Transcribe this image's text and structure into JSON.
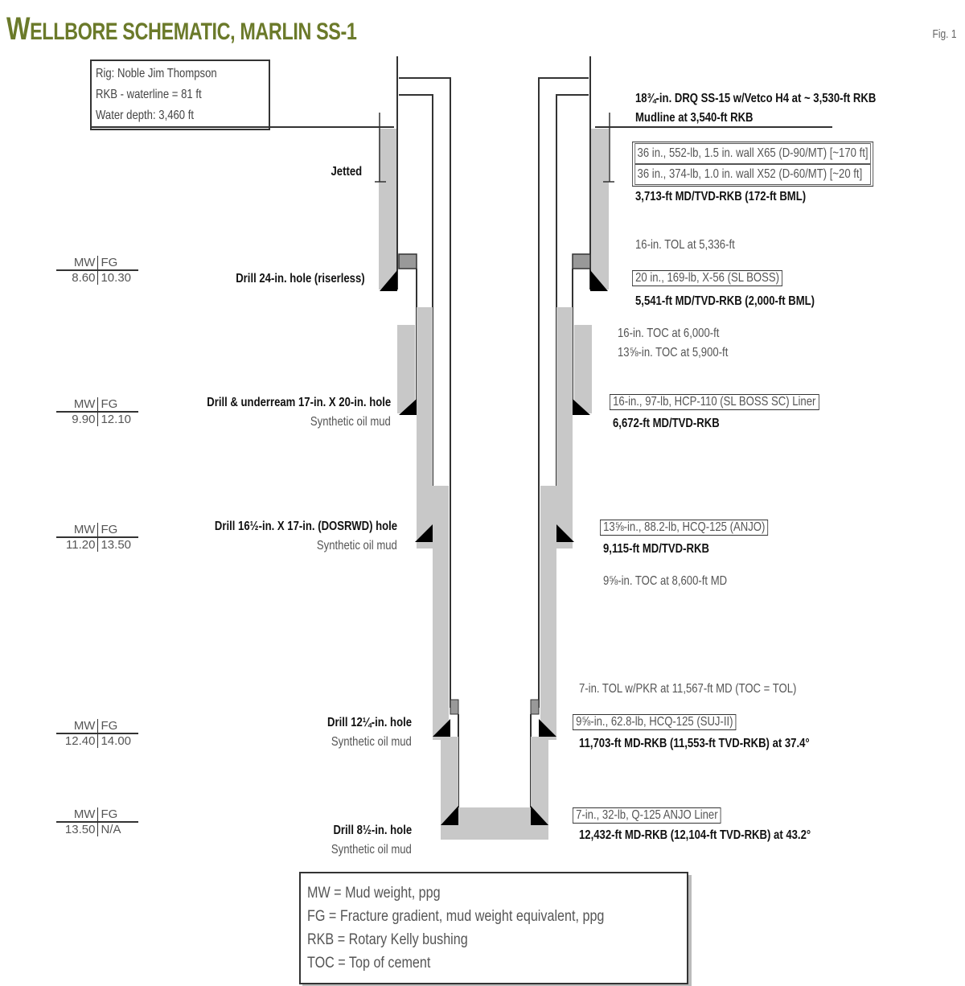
{
  "header": {
    "title": "Wellbore schematic, Marlin SS-1",
    "title_first_letter": "W",
    "title_rest": "ELLBORE SCHEMATIC, MARLIN SS-1",
    "figure_label": "Fig. 1"
  },
  "rig_info": {
    "lines": [
      "Rig: Noble Jim Thompson",
      "RKB - waterline = 81 ft",
      "Water depth: 3,460 ft"
    ]
  },
  "left_annotations": {
    "jetted": "Jetted",
    "sections": [
      {
        "drill": "Drill 24-in. hole (riserless)",
        "mud": "",
        "mw": "8.60",
        "fg": "10.30"
      },
      {
        "drill": "Drill & underream 17-in. X 20-in. hole",
        "mud": "Synthetic oil mud",
        "mw": "9.90",
        "fg": "12.10"
      },
      {
        "drill": "Drill 16½-in. X 17-in. (DOSRWD) hole",
        "mud": "Synthetic oil mud",
        "mw": "11.20",
        "fg": "13.50"
      },
      {
        "drill": "Drill 12¼-in. hole",
        "mud": "Synthetic oil mud",
        "mw": "12.40",
        "fg": "14.00"
      },
      {
        "drill": "Drill 8½-in. hole",
        "mud": "Synthetic oil mud",
        "mw": "13.50",
        "fg": "N/A"
      }
    ],
    "mw_header": "MW",
    "fg_header": "FG"
  },
  "right_annotations": {
    "wellhead": "18¾-in. DRQ SS-15 w/Vetco H4 at ~ 3,530-ft RKB",
    "mudline": "Mudline at 3,540-ft RKB",
    "conductor_box": [
      "36 in., 552-lb, 1.5 in. wall X65 (D-90/MT) [~170 ft]",
      "36 in., 374-lb, 1.0 in. wall X52 (D-60/MT) [~20 ft]"
    ],
    "conductor_depth": "3,713-ft MD/TVD-RKB (172-ft BML)",
    "tol_16": "16-in. TOL at 5,336-ft",
    "surface_box": "20 in., 169-lb, X-56 (SL BOSS)",
    "surface_depth": "5,541-ft MD/TVD-RKB (2,000-ft BML)",
    "toc_16": "16-in. TOC at 6,000-ft",
    "toc_13": "13⅝-in. TOC at 5,900-ft",
    "liner16_box": "16-in., 97-lb, HCP-110 (SL BOSS SC) Liner",
    "liner16_depth": "6,672-ft MD/TVD-RKB",
    "int_box": "13⅝-in., 88.2-lb, HCQ-125 (ANJO)",
    "int_depth": "9,115-ft MD/TVD-RKB",
    "toc_9": "9⅝-in. TOC at 8,600-ft MD",
    "tol_7": "7-in. TOL w/PKR at 11,567-ft MD (TOC = TOL)",
    "prod_box": "9⅝-in., 62.8-lb, HCQ-125 (SUJ-II)",
    "prod_depth": "11,703-ft MD-RKB (11,553-ft TVD-RKB) at 37.4°",
    "liner7_box": "7-in., 32-lb, Q-125 ANJO Liner",
    "liner7_depth": "12,432-ft MD-RKB (12,104-ft TVD-RKB) at 43.2°"
  },
  "legend": {
    "items": [
      "MW = Mud weight, ppg",
      "FG = Fracture gradient, mud weight equivalent, ppg",
      "RKB = Rotary Kelly bushing",
      "TOC = Top of cement"
    ]
  },
  "colors": {
    "title": "#6b7a2a",
    "cement": "#c8c8c8",
    "lines": "#333333",
    "shoe": "#000000",
    "hanger": "#999999"
  }
}
